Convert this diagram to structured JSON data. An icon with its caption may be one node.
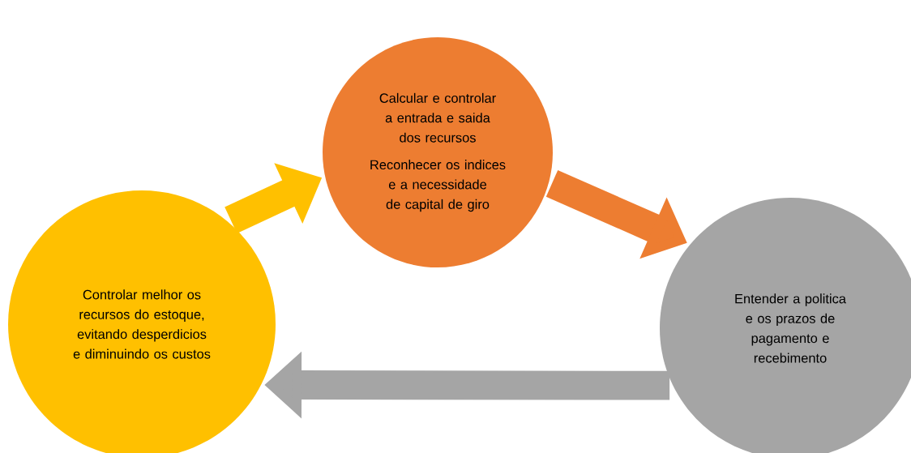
{
  "diagram": {
    "nodes": [
      {
        "text": [
          "Calcular e controlar a entrada e saida dos recursos",
          "Reconhecer os indices e a necessidade de capital de giro"
        ]
      },
      {
        "text": [
          "Entender a politica e os prazos de pagamento e recebimento"
        ]
      },
      {
        "text": [
          "Controlar melhor os recursos do estoque, evitando desperdicios e diminuindo os custos"
        ]
      }
    ],
    "edges": [
      {
        "from": 2,
        "to": 0,
        "arrow": "to",
        "color": "#ffc000"
      },
      {
        "from": 0,
        "to": 1,
        "arrow": "to",
        "color": "#ed7d31"
      },
      {
        "from": 1,
        "to": 2,
        "arrow": "to",
        "color": "#a5a5a5"
      }
    ]
  }
}
